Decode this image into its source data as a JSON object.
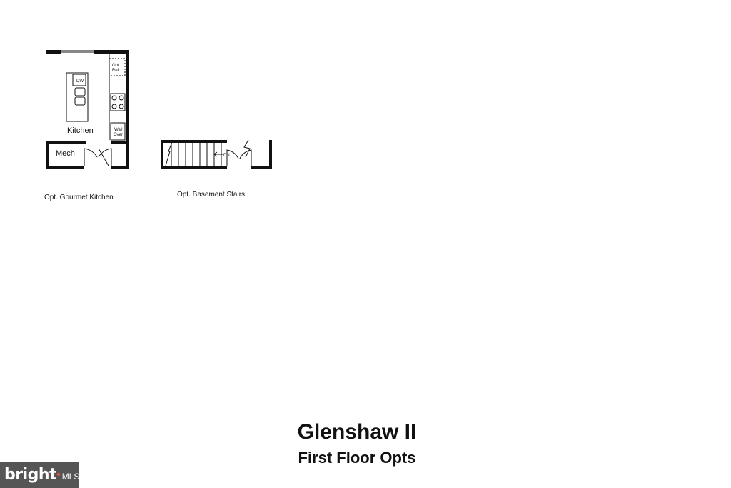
{
  "plan": {
    "kitchen_option": {
      "caption": "Opt. Gourmet Kitchen",
      "room_labels": {
        "kitchen": "Kitchen",
        "mech": "Mech",
        "dishwasher": "DW",
        "ref_line1": "Opt.",
        "ref_line2": "Ref.",
        "oven_line1": "Wall",
        "oven_line2": "Oven"
      }
    },
    "stairs_option": {
      "caption": "Opt. Basement Stairs",
      "direction_label": "DN"
    }
  },
  "title": "Glenshaw II",
  "subtitle": "First Floor Opts",
  "watermark": {
    "brand": "bright",
    "suffix": "MLS"
  }
}
